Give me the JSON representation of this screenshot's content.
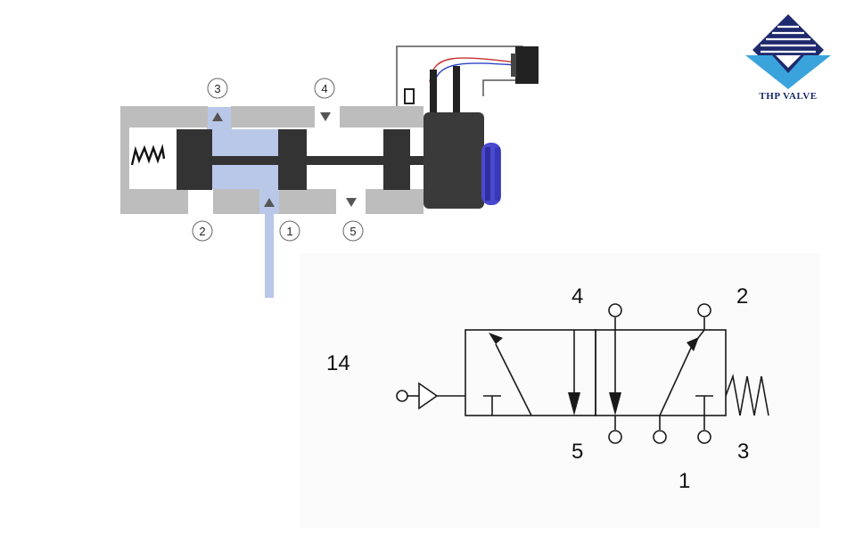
{
  "logo": {
    "text": "THP VALVE",
    "colors": {
      "navy": "#1f2a6e",
      "sky": "#3ba3dc"
    }
  },
  "cutaway": {
    "port_labels": [
      "3",
      "4",
      "2",
      "1",
      "5"
    ],
    "colors": {
      "body": "#bdbdbd",
      "spool": "#333333",
      "flow": "#b9c8e8",
      "knob": "#4a4ad0"
    }
  },
  "symbol": {
    "port_labels": {
      "p4": "4",
      "p2": "2",
      "p14": "14",
      "p5": "5",
      "p1": "1",
      "p3": "3"
    }
  }
}
